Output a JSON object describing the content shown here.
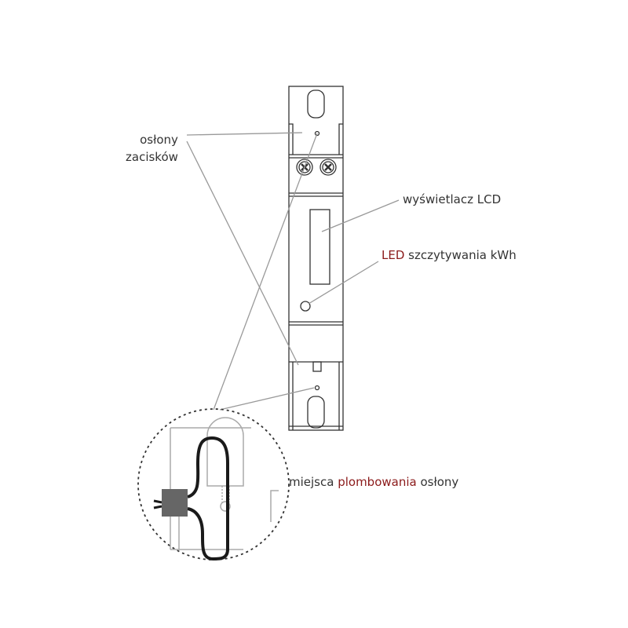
{
  "labels": {
    "terminal_covers_line1": "osłony",
    "terminal_covers_line2": "zacisków",
    "lcd_display": "wyświetlacz LCD",
    "led_prefix": "LED",
    "led_rest": " szczytywania kWh",
    "seal_prefix": "miejsca ",
    "seal_highlight": "plombowania",
    "seal_rest": " osłony"
  }
}
